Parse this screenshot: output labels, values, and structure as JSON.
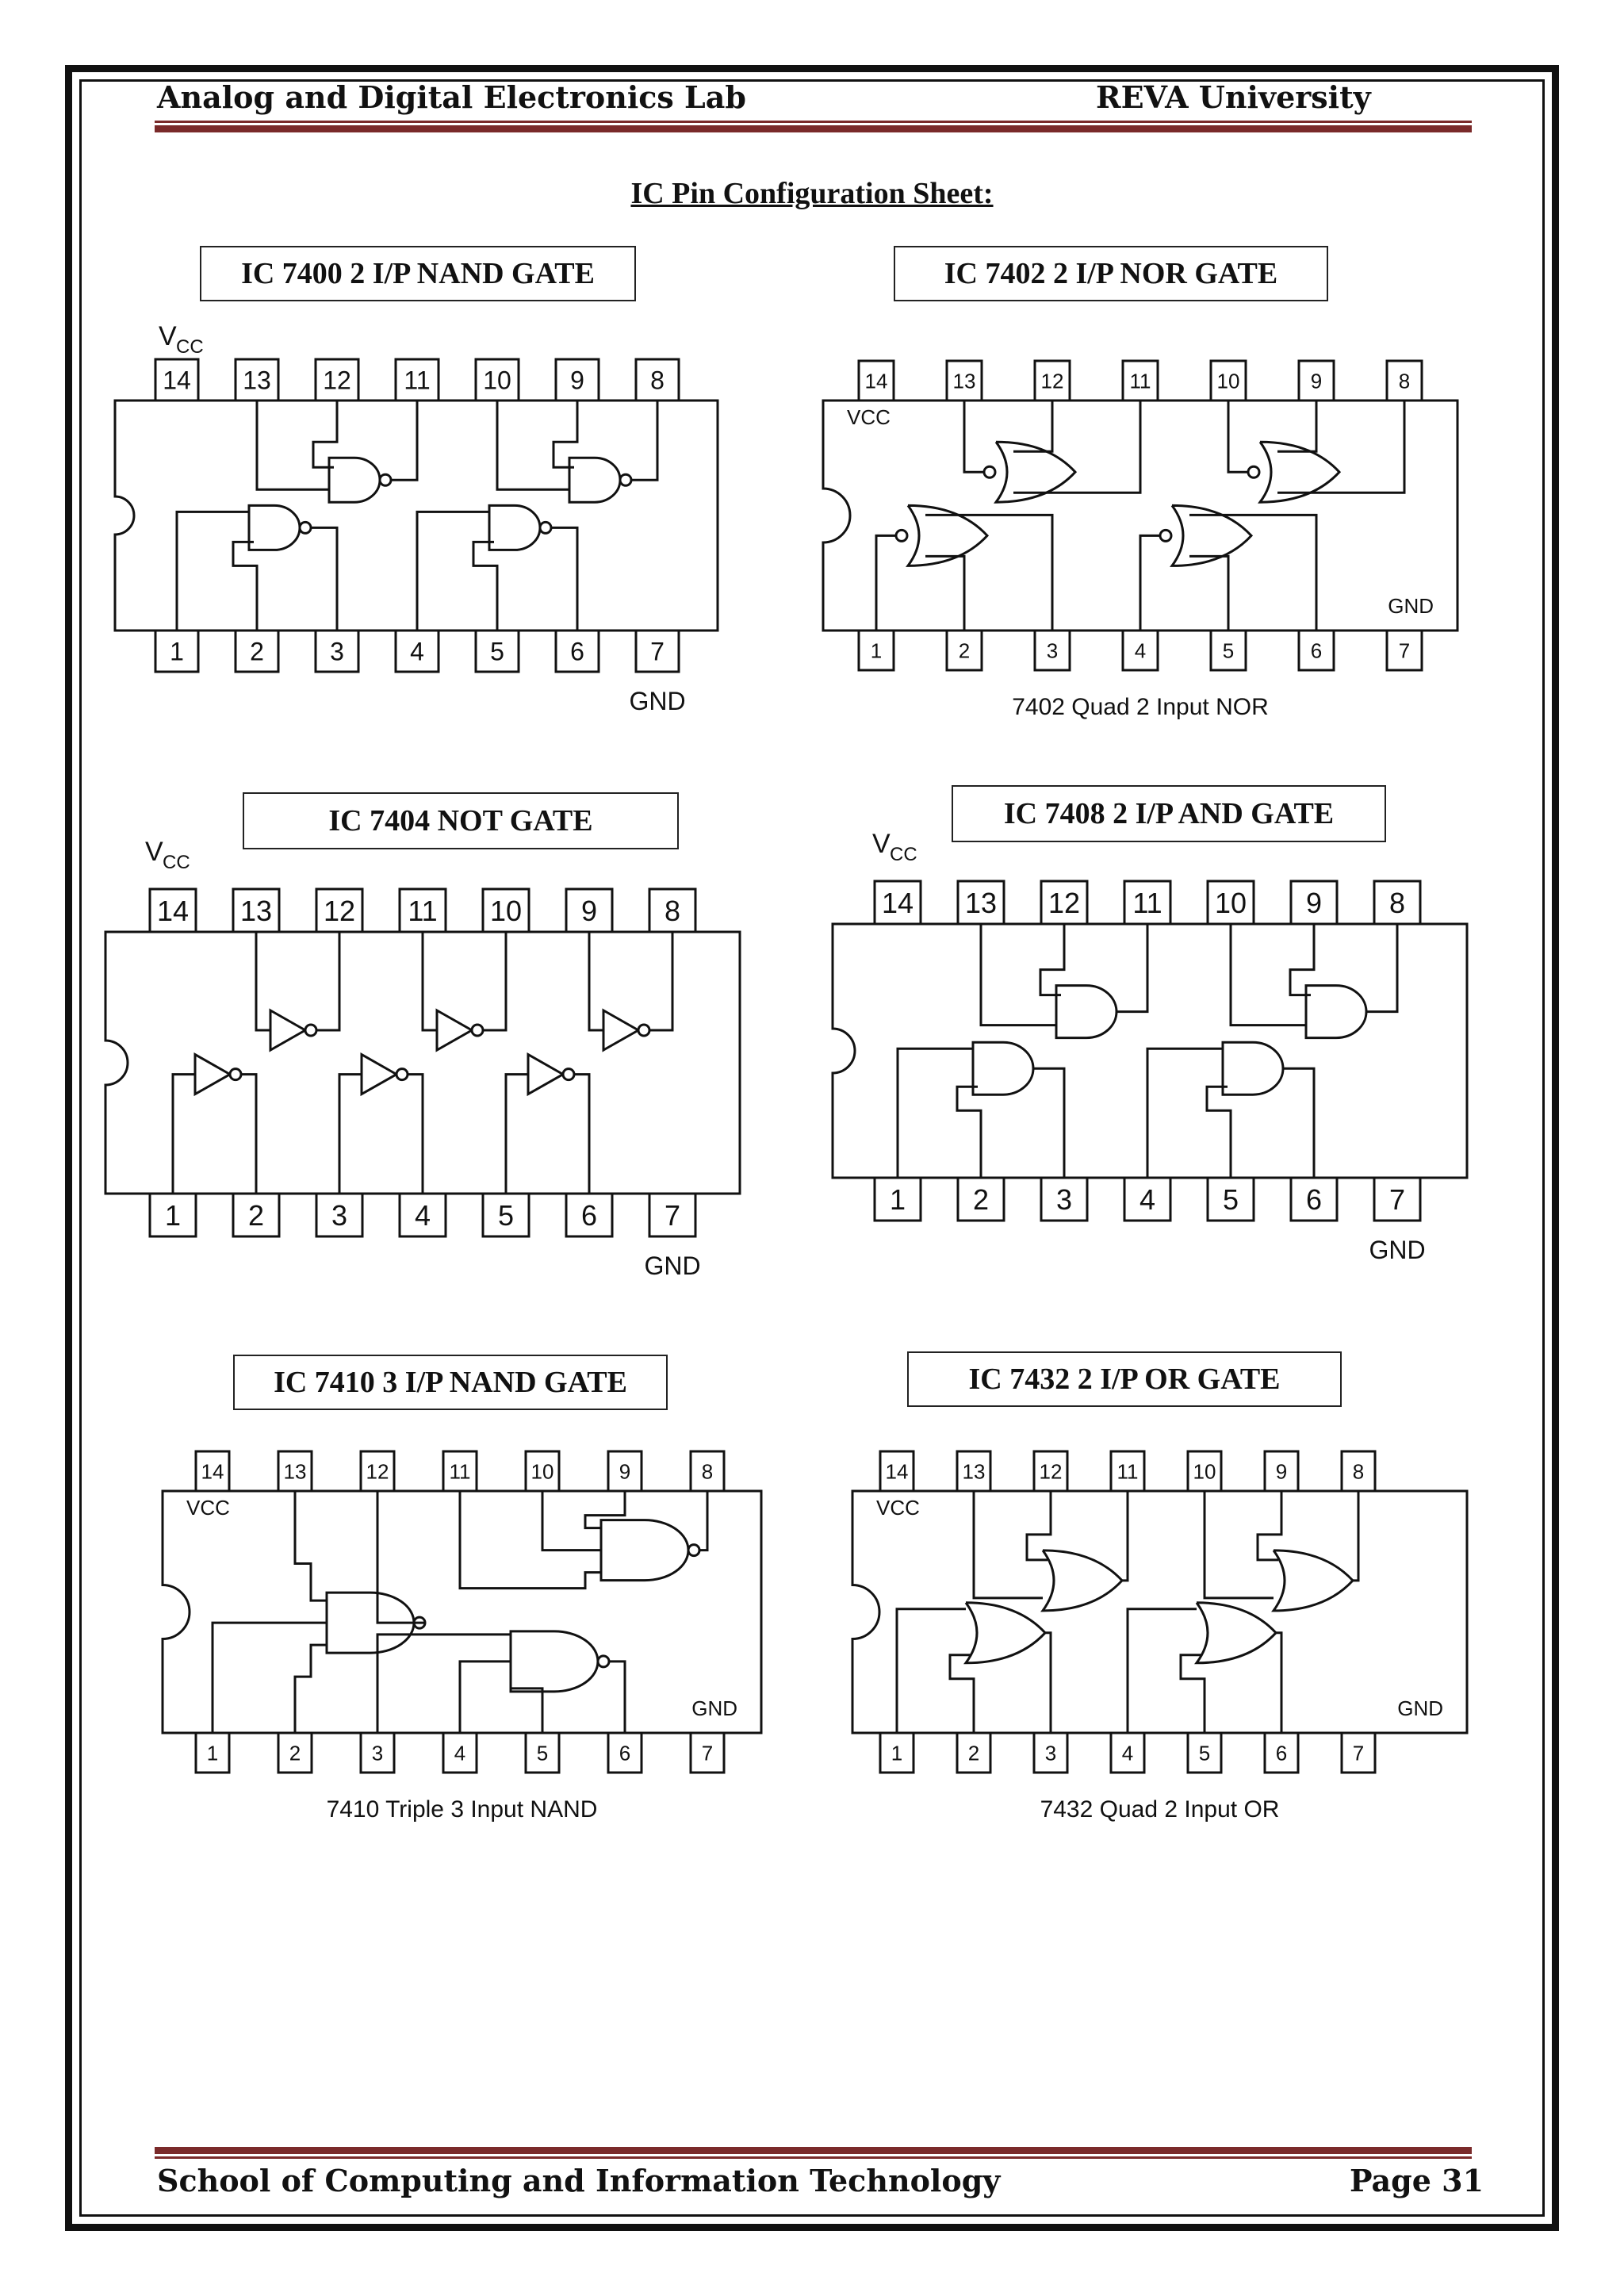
{
  "header": {
    "left": "Analog and Digital Electronics Lab",
    "right": "REVA University"
  },
  "sheet_title": "IC Pin Configuration Sheet:",
  "ics": [
    {
      "caption": "IC 7400 2 I/P NAND GATE",
      "gate": "nand",
      "vcc_label": "V",
      "vcc_sub": "CC",
      "gnd_label": "GND",
      "footer_label": "",
      "pins_top": [
        "14",
        "13",
        "12",
        "11",
        "10",
        "9",
        "8"
      ],
      "pins_bottom": [
        "1",
        "2",
        "3",
        "4",
        "5",
        "6",
        "7"
      ]
    },
    {
      "caption": "IC 7402 2 I/P NOR GATE",
      "gate": "nor",
      "vcc_label": "VCC",
      "gnd_label": "GND",
      "footer_label": "7402 Quad 2 Input NOR",
      "pins_top": [
        "14",
        "13",
        "12",
        "11",
        "10",
        "9",
        "8"
      ],
      "pins_bottom": [
        "1",
        "2",
        "3",
        "4",
        "5",
        "6",
        "7"
      ]
    },
    {
      "caption": "IC 7404 NOT GATE",
      "gate": "not",
      "vcc_label": "V",
      "vcc_sub": "CC",
      "gnd_label": "GND",
      "footer_label": "",
      "pins_top": [
        "14",
        "13",
        "12",
        "11",
        "10",
        "9",
        "8"
      ],
      "pins_bottom": [
        "1",
        "2",
        "3",
        "4",
        "5",
        "6",
        "7"
      ]
    },
    {
      "caption": "IC 7408 2 I/P AND GATE",
      "gate": "and",
      "vcc_label": "V",
      "vcc_sub": "CC",
      "gnd_label": "GND",
      "footer_label": "",
      "pins_top": [
        "14",
        "13",
        "12",
        "11",
        "10",
        "9",
        "8"
      ],
      "pins_bottom": [
        "1",
        "2",
        "3",
        "4",
        "5",
        "6",
        "7"
      ]
    },
    {
      "caption": "IC 7410 3 I/P NAND GATE",
      "gate": "nand3",
      "vcc_label": "VCC",
      "gnd_label": "GND",
      "footer_label": "7410 Triple 3 Input NAND",
      "pins_top": [
        "14",
        "13",
        "12",
        "11",
        "10",
        "9",
        "8"
      ],
      "pins_bottom": [
        "1",
        "2",
        "3",
        "4",
        "5",
        "6",
        "7"
      ]
    },
    {
      "caption": "IC 7432 2 I/P OR GATE",
      "gate": "or",
      "vcc_label": "VCC",
      "gnd_label": "GND",
      "footer_label": "7432 Quad 2 Input OR",
      "pins_top": [
        "14",
        "13",
        "12",
        "11",
        "10",
        "9",
        "8"
      ],
      "pins_bottom": [
        "1",
        "2",
        "3",
        "4",
        "5",
        "6",
        "7"
      ]
    }
  ],
  "footer": {
    "left": "School of Computing and Information Technology",
    "right": "Page 31"
  }
}
